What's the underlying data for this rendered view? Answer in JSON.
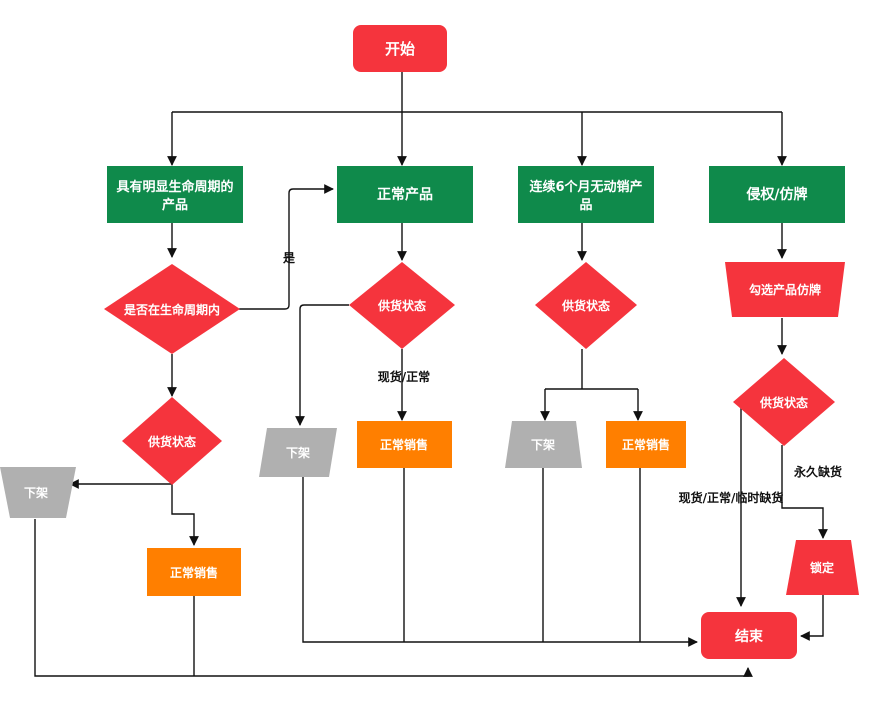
{
  "colors": {
    "red": "#f5343d",
    "green": "#0f8a4b",
    "orange": "#ff7f00",
    "gray": "#b0b0b0",
    "line": "#111111"
  },
  "nodes": {
    "start": "开始",
    "lifecycle_line1": "具有明显生命周期的",
    "lifecycle_line2": "产品",
    "normal_product": "正常产品",
    "unsold_line1": "连续6个月无动销产",
    "unsold_line2": "品",
    "infringe": "侵权/仿牌",
    "in_lifecycle_decision": "是否在生命周期内",
    "supply_a": "供货状态",
    "supply_b": "供货状态",
    "supply_c": "供货状态",
    "supply_d": "供货状态",
    "select_fake": "勾选产品仿牌",
    "delist_left": "下架",
    "normal_sale_left": "正常销售",
    "delist_mid": "下架",
    "normal_sale_mid": "正常销售",
    "delist_right": "下架",
    "normal_sale_right": "正常销售",
    "lock": "锁定",
    "end": "结束"
  },
  "edge_labels": {
    "yes": "是",
    "in_stock_normal": "现货/正常",
    "permanent_out": "永久缺货",
    "in_stock_normal_temp": "现货/正常/临时缺货"
  }
}
